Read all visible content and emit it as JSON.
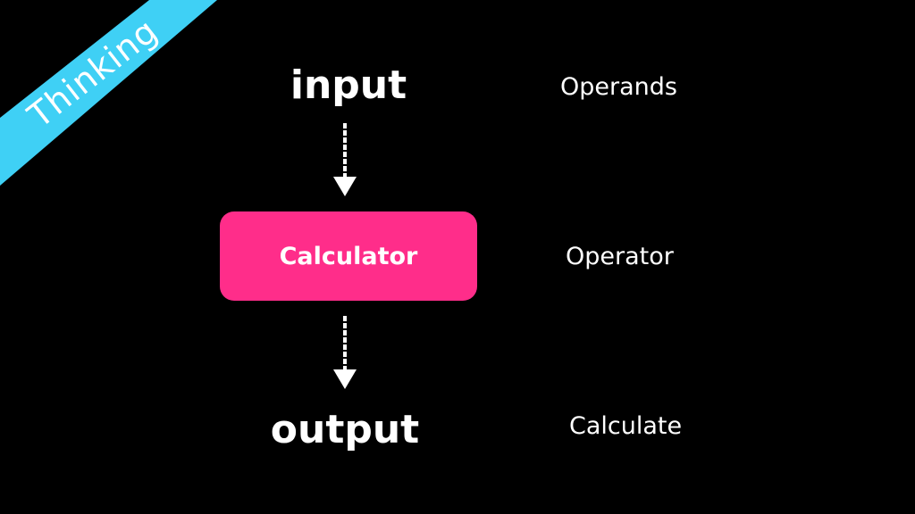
{
  "ribbon": {
    "text": "Thinking",
    "color": "#3fd0f5"
  },
  "flow": {
    "input_label": "input",
    "process_label": "Calculator",
    "output_label": "output",
    "process_color": "#ff2d8a"
  },
  "annotations": {
    "operands": "Operands",
    "operator": "Operator",
    "calculate": "Calculate"
  }
}
